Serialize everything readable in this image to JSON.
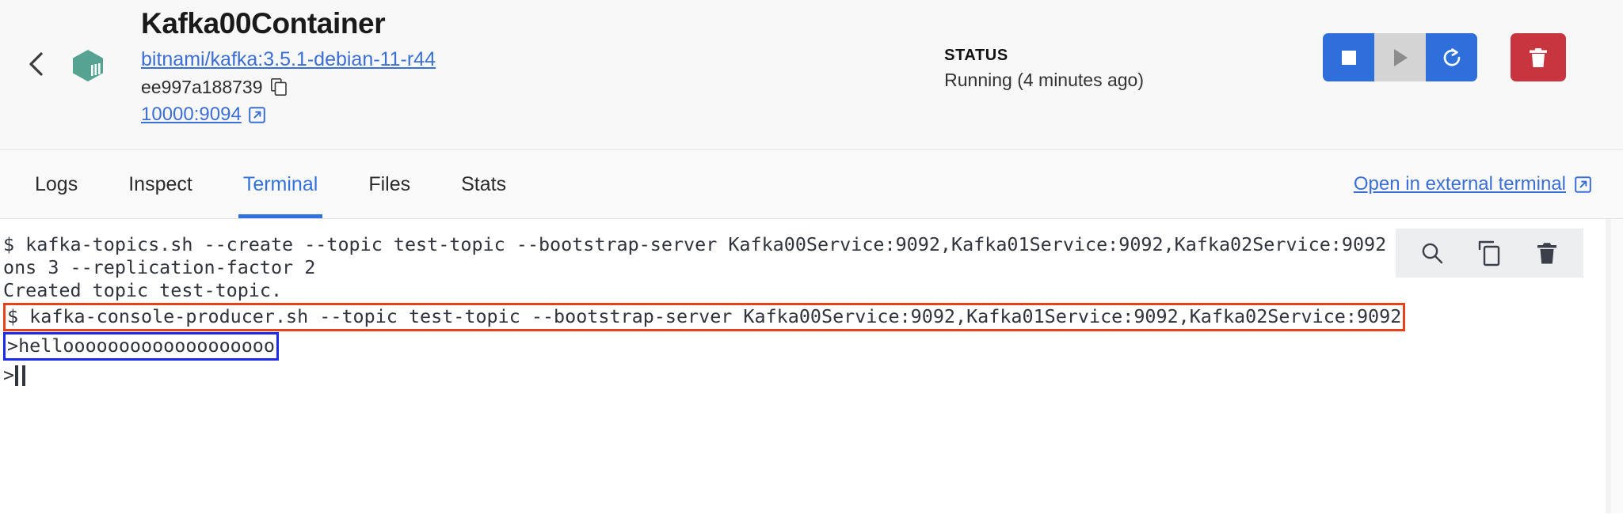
{
  "header": {
    "title": "Kafka00Container",
    "image_link": "bitnami/kafka:3.5.1-debian-11-r44",
    "container_id": "ee997a188739",
    "port_mapping": "10000:9094",
    "back_icon": "chevron-left-icon",
    "container_icon": "container-cube-icon",
    "copy_icon": "copy-icon",
    "external_link_icon": "external-link-icon",
    "status_label": "STATUS",
    "status_value": "Running (4 minutes ago)",
    "actions": {
      "stop_icon": "stop-square-icon",
      "start_icon": "play-triangle-icon",
      "restart_icon": "restart-circular-arrow-icon",
      "delete_icon": "trash-icon"
    },
    "colors": {
      "accent_blue": "#2f6fdb",
      "link_blue": "#3b6fd4",
      "danger_red": "#c9353f",
      "container_teal": "#56a391",
      "disabled_gray": "#d4d4d4"
    }
  },
  "tabs": [
    {
      "label": "Logs",
      "active": false
    },
    {
      "label": "Inspect",
      "active": false
    },
    {
      "label": "Terminal",
      "active": true
    },
    {
      "label": "Files",
      "active": false
    },
    {
      "label": "Stats",
      "active": false
    }
  ],
  "external_terminal": {
    "label": "Open in external terminal",
    "icon": "external-link-icon"
  },
  "terminal": {
    "lines": [
      {
        "text": "$ kafka-topics.sh --create --topic test-topic --bootstrap-server Kafka00Service:9092,Kafka01Service:9092,Kafka02Service:9092 --partiti",
        "highlight": "none"
      },
      {
        "text": "ons 3 --replication-factor 2",
        "highlight": "none"
      },
      {
        "text": "Created topic test-topic.",
        "highlight": "none"
      },
      {
        "text": "$ kafka-console-producer.sh --topic test-topic --bootstrap-server Kafka00Service:9092,Kafka01Service:9092,Kafka02Service:9092",
        "highlight": "red"
      },
      {
        "text": ">hellooooooooooooooooooo",
        "highlight": "blue"
      }
    ],
    "prompt": ">",
    "cursor": "block-cursor",
    "toolbar": {
      "search_icon": "search-icon",
      "copy_icon": "copy-icon",
      "clear_icon": "trash-icon"
    },
    "highlight_colors": {
      "red": "#e8401a",
      "blue": "#1a2ae8"
    }
  }
}
